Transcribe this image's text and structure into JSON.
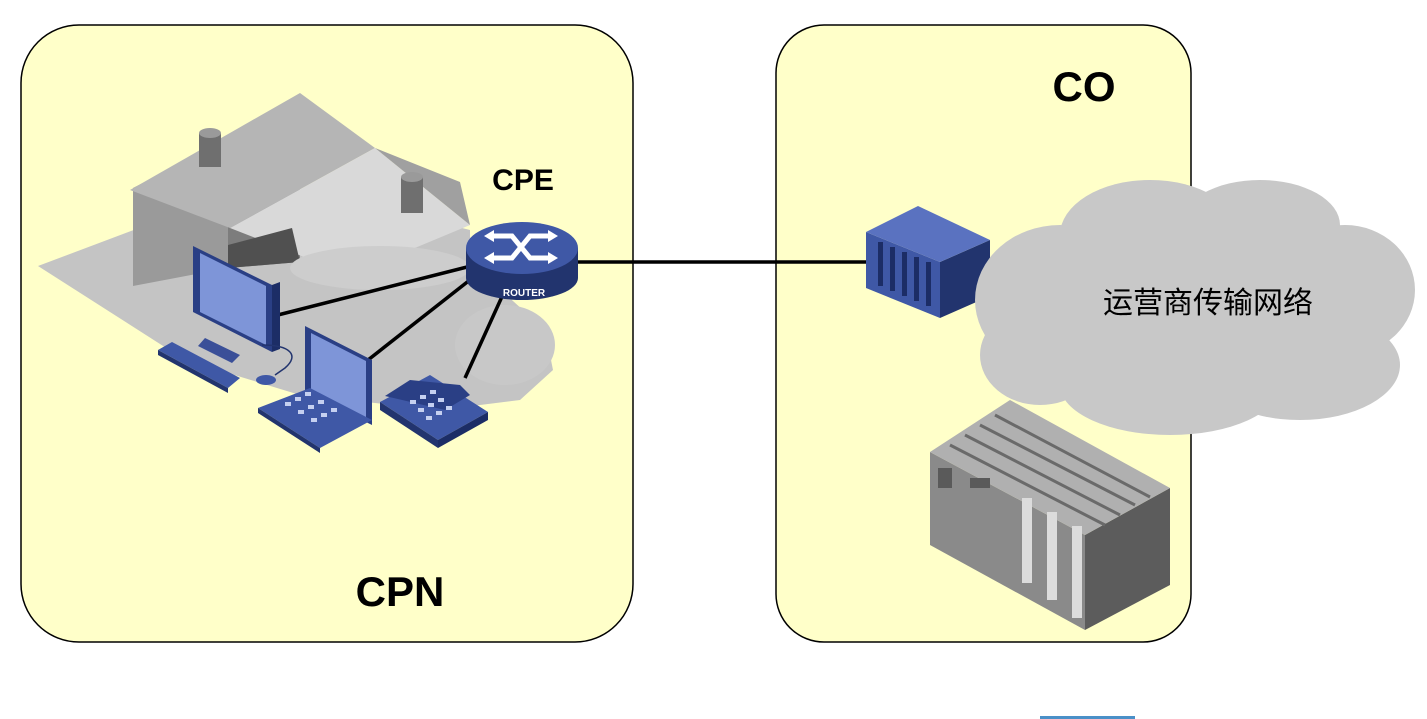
{
  "regions": {
    "cpn": {
      "label": "CPN"
    },
    "co": {
      "label": "CO"
    }
  },
  "devices": {
    "cpe": {
      "label": "CPE",
      "icon": "router-icon",
      "icon_text": "ROUTER"
    },
    "home": {
      "icon": "house-icon"
    },
    "desktop": {
      "icon": "desktop-computer-icon"
    },
    "laptop": {
      "icon": "laptop-icon"
    },
    "phone": {
      "icon": "telephone-icon"
    },
    "access_switch": {
      "icon": "access-switch-icon"
    },
    "server_rack": {
      "icon": "server-rack-icon"
    }
  },
  "cloud": {
    "label": "运营商传输网络",
    "icon": "cloud-icon"
  },
  "colors": {
    "region_fill": "#ffffc9",
    "region_stroke": "#000000",
    "device_blue": "#3f58a6",
    "cloud_gray": "#c8c8c8",
    "house_gray": "#9a9a9a"
  }
}
